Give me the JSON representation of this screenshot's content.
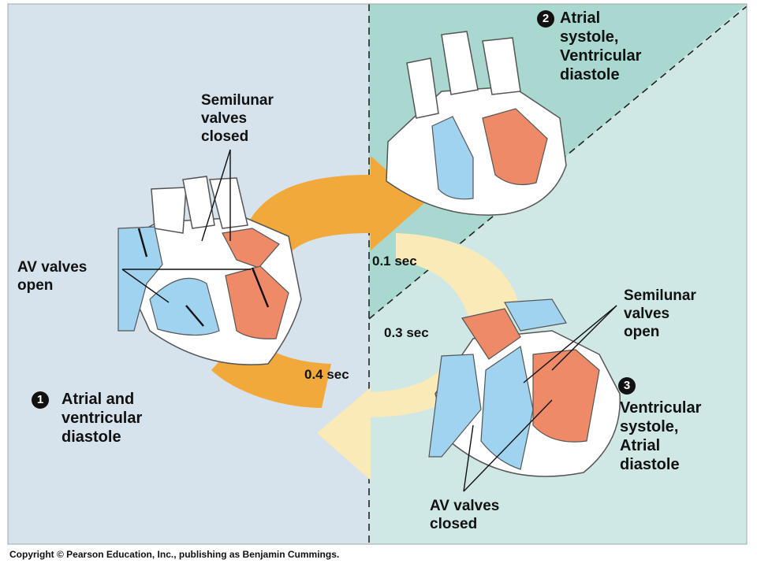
{
  "stages": {
    "s1": {
      "number": "1",
      "lines": [
        "Atrial and",
        "ventricular",
        "diastole"
      ]
    },
    "s2": {
      "number": "2",
      "lines": [
        "Atrial",
        "systole,",
        "Ventricular",
        "diastole"
      ]
    },
    "s3": {
      "number": "3",
      "lines": [
        "Ventricular",
        "systole,",
        "Atrial",
        "diastole"
      ]
    }
  },
  "labels": {
    "semilunar_closed": [
      "Semilunar",
      "valves",
      "closed"
    ],
    "av_open": [
      "AV valves",
      "open"
    ],
    "semilunar_open": [
      "Semilunar",
      "valves",
      "open"
    ],
    "av_closed": [
      "AV valves",
      "closed"
    ]
  },
  "times": {
    "t01": "0.1 sec",
    "t03": "0.3 sec",
    "t04": "0.4 sec"
  },
  "copyright": "Copyright © Pearson Education, Inc., publishing as Benjamin Cummings.",
  "colors": {
    "left_panel": "#d6e2ec",
    "right_panel": "#cfe8e6",
    "atrial_systole_panel": "#a8d8cf",
    "deoxygenated_blood": "#9fd3f0",
    "oxygenated_blood": "#ee8a68",
    "arrow_dark": "#f2a93b",
    "arrow_light": "#faeab8"
  }
}
